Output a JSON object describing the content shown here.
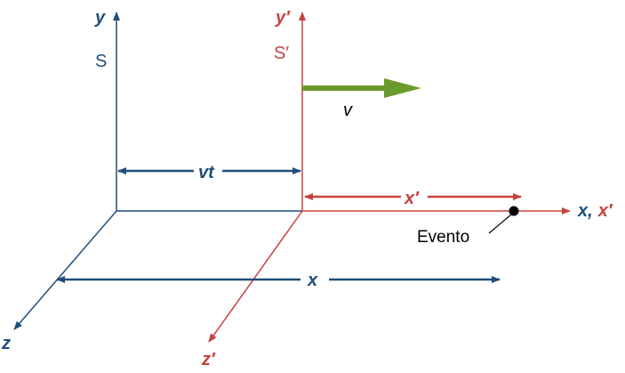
{
  "colors": {
    "frame_s": "#1f4e79",
    "frame_s_prime": "#c8423f",
    "velocity": "#6a9a2b",
    "text": "#000000"
  },
  "labels": {
    "y": "y",
    "s": "S",
    "y_prime": "y′",
    "s_prime": "S′",
    "v": "v",
    "vt": "vt",
    "x_prime_span": "x′",
    "x_axis_x": "x",
    "x_axis_comma": ",",
    "x_axis_x_prime": "x′",
    "event": "Evento",
    "x_span": "x",
    "z": "z",
    "z_prime": "z′"
  }
}
